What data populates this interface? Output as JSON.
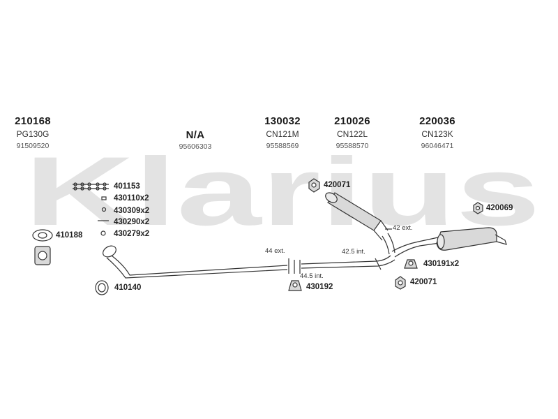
{
  "watermark": {
    "text": "Klarius",
    "color": "#e3e3e3"
  },
  "columns": [
    {
      "code": "210168",
      "ref": "PG130G",
      "oem": "91509520"
    },
    {
      "code": "N/A",
      "ref": "",
      "oem": "95606303"
    },
    {
      "code": "130032",
      "ref": "CN121M",
      "oem": "95588569"
    },
    {
      "code": "210026",
      "ref": "CN122L",
      "oem": "95588570"
    },
    {
      "code": "220036",
      "ref": "CN123K",
      "oem": "96046471"
    }
  ],
  "parts": {
    "p401153": "401153",
    "p430110": "430110x2",
    "p430309": "430309x2",
    "p430290": "430290x2",
    "p430279": "430279x2",
    "p410188": "410188",
    "p410140": "410140",
    "p420071a": "420071",
    "p420069": "420069",
    "p430191": "430191x2",
    "p420071b": "420071",
    "p430192": "430192"
  },
  "dimensions": {
    "d44ext": "44 ext.",
    "d445int": "44.5 int.",
    "d425int": "42.5 int.",
    "d42ext": "42 ext."
  },
  "colors": {
    "line": "#333333",
    "part_fill": "#d9d9d9",
    "watermark": "#e3e3e3"
  }
}
